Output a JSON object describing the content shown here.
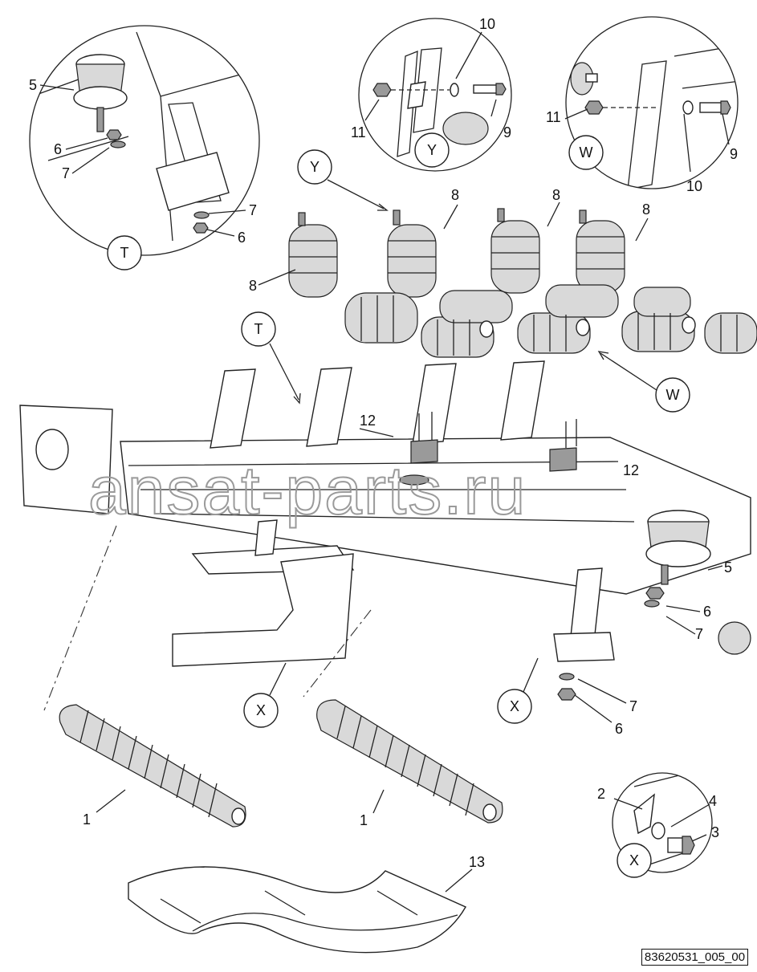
{
  "diagram": {
    "part_labels": {
      "p1a": "1",
      "p1b": "1",
      "p2": "2",
      "p3": "3",
      "p4": "4",
      "p5a": "5",
      "p5b": "5",
      "p6a": "6",
      "p6b": "6",
      "p6c": "6",
      "p6d": "6",
      "p7a": "7",
      "p7b": "7",
      "p7c": "7",
      "p7d": "7",
      "p8a": "8",
      "p8b": "8",
      "p8c": "8",
      "p8d": "8",
      "p9a": "9",
      "p9b": "9",
      "p10a": "10",
      "p10b": "10",
      "p11a": "11",
      "p11b": "11",
      "p12a": "12",
      "p12b": "12",
      "p13": "13"
    },
    "callouts": {
      "t_detail": "T",
      "t_main": "T",
      "y_detail": "Y",
      "y_main": "Y",
      "w_detail": "W",
      "w_main": "W",
      "x_detail": "X",
      "x_main_left": "X",
      "x_main_right": "X"
    },
    "watermark": "ansat-parts.ru",
    "drawing_code": "83620531_005_00"
  }
}
